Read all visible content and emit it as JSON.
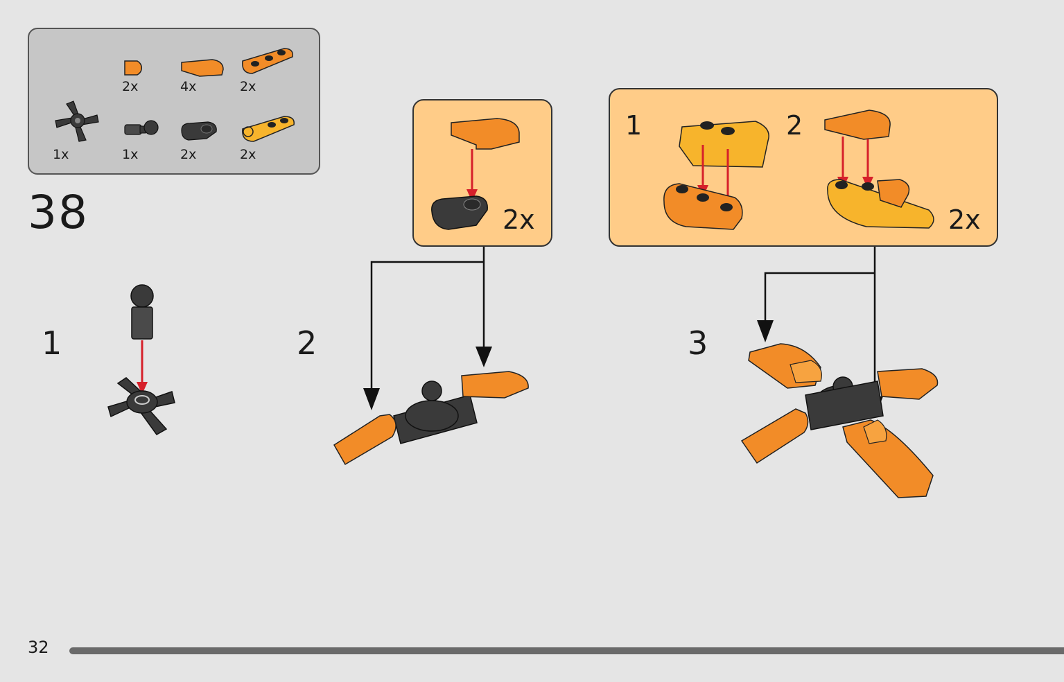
{
  "parts_list": {
    "items": [
      {
        "part": "ball-joint-cross",
        "qty": "1x",
        "color": "#3a3a3a"
      },
      {
        "part": "round-tile-orange",
        "qty": "2x",
        "color": "#f28c28"
      },
      {
        "part": "ball-connector",
        "qty": "1x",
        "color": "#3a3a3a"
      },
      {
        "part": "curved-slope-orange",
        "qty": "4x",
        "color": "#f28c28"
      },
      {
        "part": "clip-plate-dark",
        "qty": "2x",
        "color": "#3a3a3a"
      },
      {
        "part": "plate-1x3-orange",
        "qty": "2x",
        "color": "#f28c28"
      },
      {
        "part": "plate-clip-yellow",
        "qty": "2x",
        "color": "#f7b42c"
      }
    ]
  },
  "step": {
    "number": "38"
  },
  "substeps": [
    {
      "number": "1"
    },
    {
      "number": "2"
    },
    {
      "number": "3"
    }
  ],
  "callout_a": {
    "multiplier": "2x"
  },
  "callout_b": {
    "sub1": "1",
    "sub2": "2",
    "multiplier": "2x"
  },
  "footer": {
    "page_number": "32",
    "progress": 0.98
  },
  "colors": {
    "background": "#e5e5e5",
    "orange": "#f28c28",
    "yellow": "#f7b42c",
    "dark": "#3a3a3a",
    "callout": "#ffcc88",
    "arrow": "#d6202a"
  }
}
